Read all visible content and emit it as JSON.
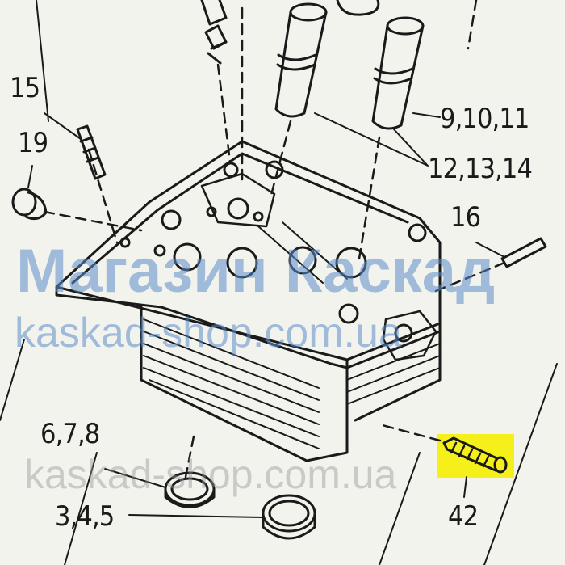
{
  "labels": {
    "l15": "15",
    "l19": "19",
    "l9_10_11": "9,10,11",
    "l12_13_14": "12,13,14",
    "l16": "16",
    "l6_7_8": "6,7,8",
    "l3_4_5": "3,4,5",
    "l42": "42"
  },
  "watermark": {
    "shop_name": "Магазин Каскад",
    "domain_top": "kaskad-shop.com.ua",
    "domain_bottom": "kaskad-shop.com.ua"
  },
  "colors": {
    "highlight": "#f5ef1a",
    "line": "#1a1a1a",
    "watermark": "#5a8cc8"
  }
}
